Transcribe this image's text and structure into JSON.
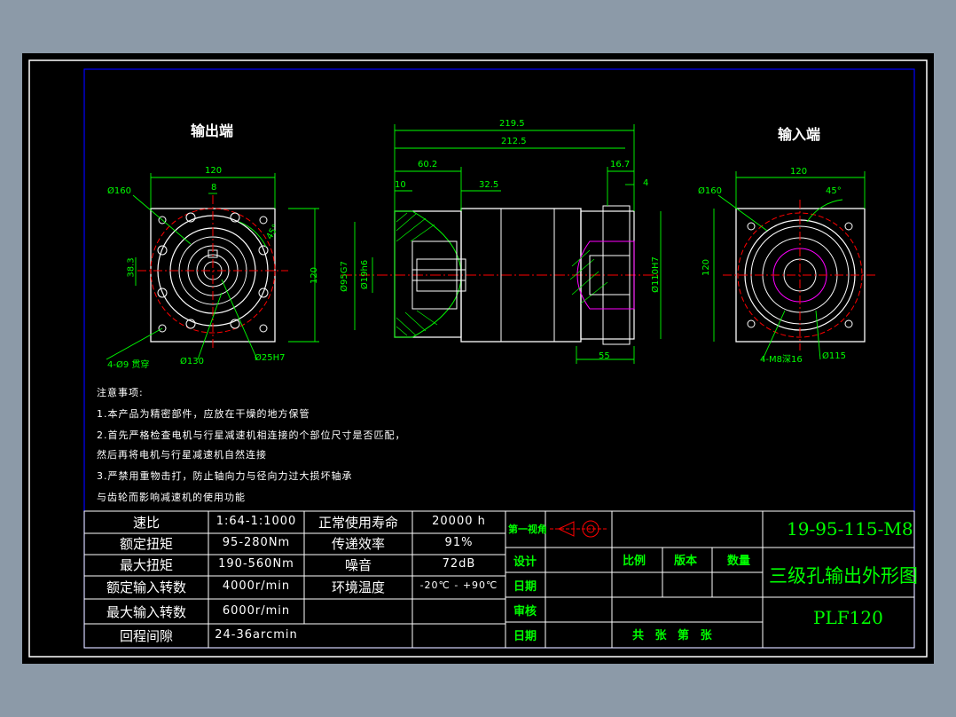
{
  "views": {
    "output_label": "输出端",
    "input_label": "输入端"
  },
  "dimensions": {
    "output_width": "120",
    "output_offset": "8",
    "output_d160": "Ø160",
    "output_38_3": "38.3",
    "output_height": "120",
    "output_angle": "45°",
    "output_holes": "4-Ø9 贯穿",
    "output_d130": "Ø130",
    "output_d25": "Ø25H7",
    "side_total": "219.5",
    "side_212": "212.5",
    "side_60": "60.2",
    "side_10": "10",
    "side_32": "32.5",
    "side_16": "16.7",
    "side_4": "4",
    "side_d95": "Ø95G7",
    "side_d19": "Ø19h6",
    "side_d110": "Ø110H7",
    "side_55": "55",
    "input_width": "120",
    "input_d160": "Ø160",
    "input_angle": "45°",
    "input_height": "120",
    "input_holes": "4-M8深16",
    "input_d115": "Ø115"
  },
  "notes": {
    "heading": "注意事项:",
    "line1": "1.本产品为精密部件，应放在干燥的地方保管",
    "line2": "2.首先严格检查电机与行星减速机相连接的个部位尺寸是否匹配，",
    "line3": "然后再将电机与行星减速机自然连接",
    "line4": "3.严禁用重物击打，防止轴向力与径向力过大损坏轴承",
    "line5": "与齿轮而影响减速机的使用功能"
  },
  "specs": {
    "rows": [
      {
        "label": "速比",
        "value": "1:64-1:1000"
      },
      {
        "label": "额定扭矩",
        "value": "95-280Nm"
      },
      {
        "label": "最大扭矩",
        "value": "190-560Nm"
      },
      {
        "label": "额定输入转数",
        "value": "4000r/min"
      },
      {
        "label": "最大输入转数",
        "value": "6000r/min"
      },
      {
        "label": "回程间隙",
        "value": "24-36arcmin"
      }
    ],
    "rows2": [
      {
        "label": "正常使用寿命",
        "value": "20000 h"
      },
      {
        "label": "传递效率",
        "value": "91%"
      },
      {
        "label": "噪音",
        "value": "72dB"
      },
      {
        "label": "环境温度",
        "value": "-20℃ - +90℃"
      }
    ]
  },
  "title_block": {
    "projection": "第一视角",
    "design": "设计",
    "date1": "日期",
    "review": "审核",
    "date2": "日期",
    "scale": "比例",
    "version": "版本",
    "quantity": "数量",
    "sheets": "共  张  第  张",
    "drawing_no": "19-95-115-M8",
    "drawing_title": "三级孔输出外形图",
    "model": "PLF120"
  },
  "colors": {
    "background": "#000000",
    "frame": "#ffffff",
    "inner_border": "#0000ff",
    "dimension": "#00ff00",
    "outline": "#ffffff",
    "centerline": "#ff0000",
    "hatch": "#00ff00",
    "hidden": "#ff00ff",
    "part": "#ffff00"
  }
}
